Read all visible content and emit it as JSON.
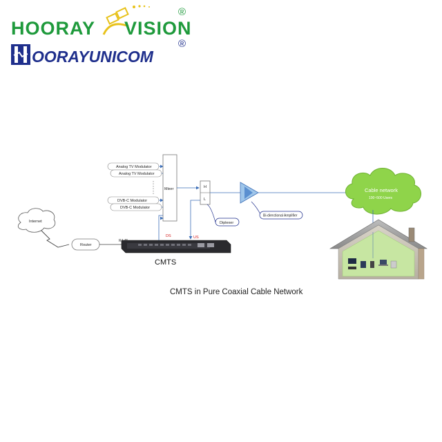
{
  "logos": {
    "brand_top_left": "HOORAY",
    "brand_top_right": "VISION",
    "brand_bottom": "OORAYUNICOM",
    "registered_mark": "®",
    "brand_green": "#1f9a3c",
    "brand_blue": "#1f2f8c",
    "accent_yellow": "#e8c21a"
  },
  "diagram": {
    "modulators": [
      "Analog TV Modulator",
      "Analog TV Modulator",
      "DVB-C Modulator",
      "DVB-C Modulator"
    ],
    "mixer": "Mixer",
    "diplexer_high": "H",
    "diplexer_low": "L",
    "diplexer_label": "Diplexer",
    "amplifier_label": "Bi-directional Amplifier",
    "cable_network_title": "Cable network",
    "cable_network_users": "100~500 Users",
    "internet": "Internet",
    "router": "Router",
    "rj45": "RJ-45",
    "downstream": "DS",
    "upstream": "US",
    "cmts": "CMTS",
    "caption": "CMTS in Pure Coaxial Cable Network",
    "cloud_color": "#8fd44a",
    "line_color": "#3d6fb8",
    "label_red": "#d11a1a"
  }
}
